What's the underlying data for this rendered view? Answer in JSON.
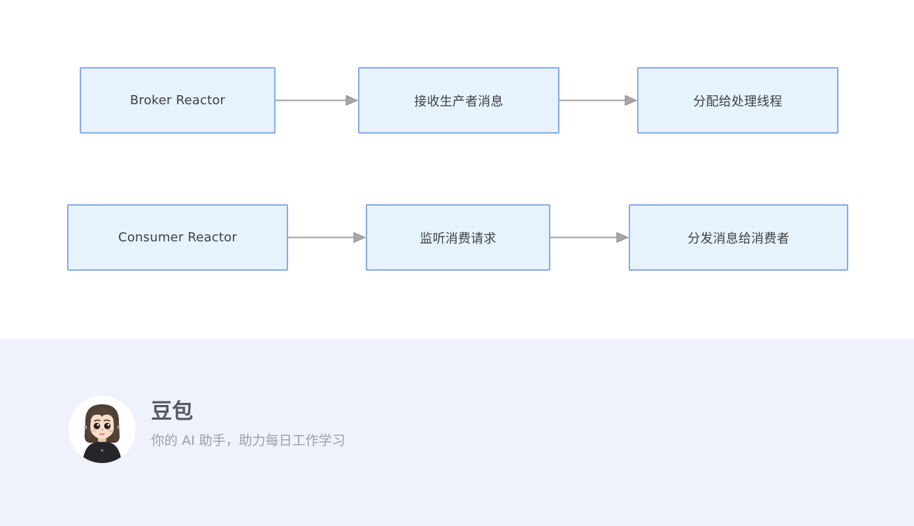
{
  "diagram": {
    "rows": [
      {
        "nodes": [
          {
            "label": "Broker Reactor"
          },
          {
            "label": "接收生产者消息"
          },
          {
            "label": "分配给处理线程"
          }
        ]
      },
      {
        "nodes": [
          {
            "label": "Consumer Reactor"
          },
          {
            "label": "监听消费请求"
          },
          {
            "label": "分发消息给消费者"
          }
        ]
      }
    ],
    "edges": [
      {
        "from": "Broker Reactor",
        "to": "接收生产者消息"
      },
      {
        "from": "接收生产者消息",
        "to": "分配给处理线程"
      },
      {
        "from": "Consumer Reactor",
        "to": "监听消费请求"
      },
      {
        "from": "监听消费请求",
        "to": "分发消息给消费者"
      }
    ]
  },
  "footer": {
    "brand_name": "豆包",
    "tagline": "你的 AI 助手，助力每日工作学习",
    "avatar": "doubao-girl-avatar"
  },
  "colors": {
    "node_fill": "#e6f3fd",
    "node_border": "#85a9ec",
    "node_text": "#3c4146",
    "arrow": "#a0a0a0",
    "footer_bg": "#eff2fa",
    "brand_text": "#55585e",
    "tagline_text": "#9aa0a8"
  }
}
